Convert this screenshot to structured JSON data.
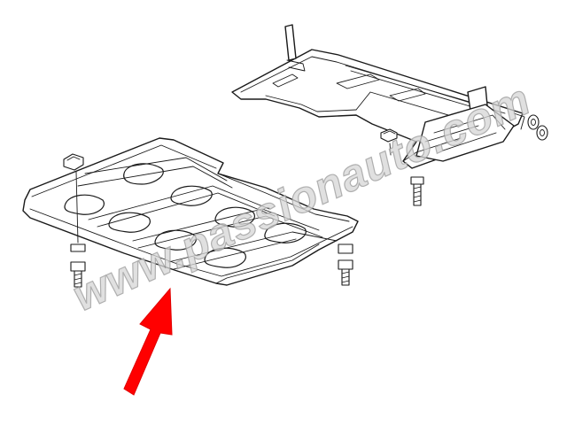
{
  "diagram": {
    "watermark": "www.passionauto.com",
    "parts": [
      "front-skid-plate",
      "rear-skid-plate",
      "mounting-bolt",
      "captive-nut",
      "washer"
    ],
    "colors": {
      "line": "#1a1a1a",
      "arrow": "#ff0000",
      "watermark": "#bdbdbd"
    }
  }
}
